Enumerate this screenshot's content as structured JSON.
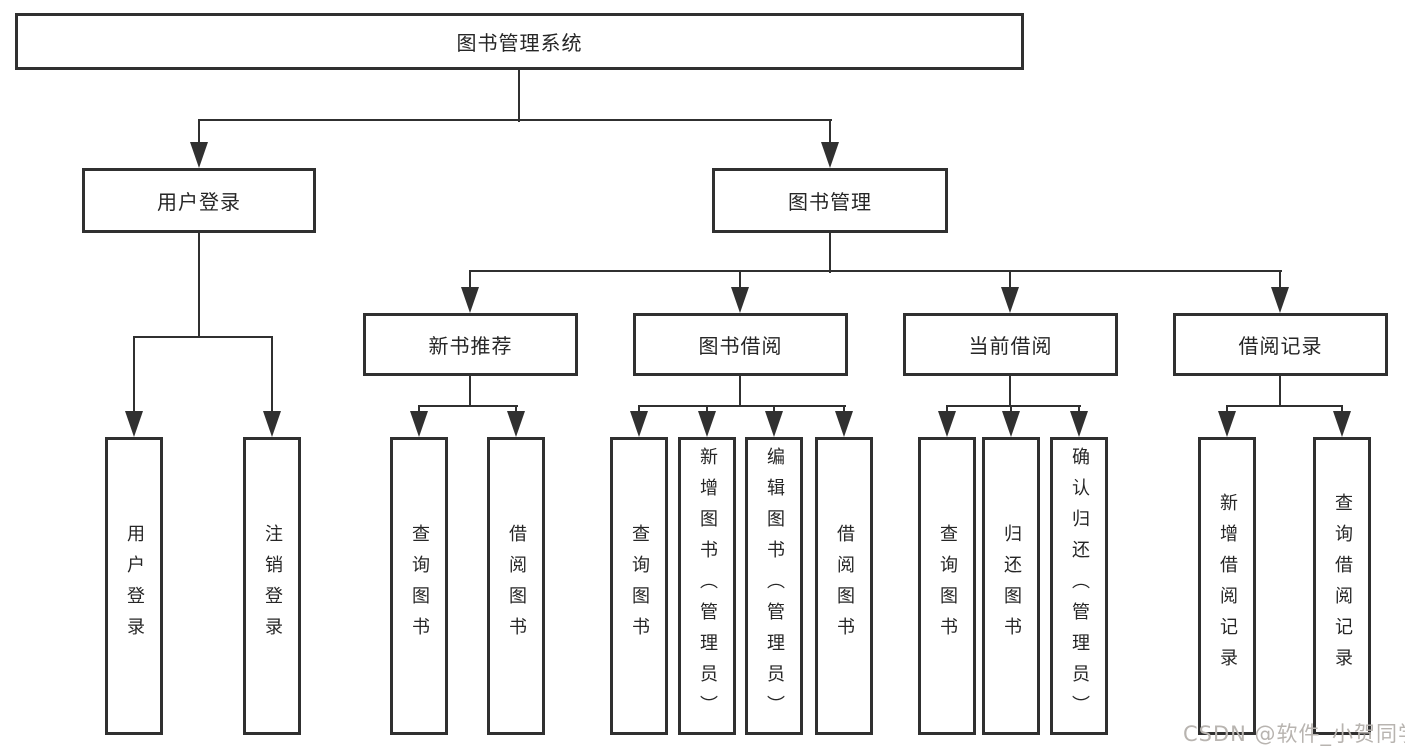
{
  "colors": {
    "line": "#303030",
    "text": "#262626",
    "background": "#ffffff",
    "watermark": "#b8b4b0"
  },
  "watermark": {
    "text": "CSDN @软件_小贺同学"
  },
  "tree": {
    "label": "图书管理系统",
    "children": [
      {
        "label": "用户登录",
        "children": [
          {
            "label": "用户登录"
          },
          {
            "label": "注销登录"
          }
        ]
      },
      {
        "label": "图书管理",
        "children": [
          {
            "label": "新书推荐",
            "children": [
              {
                "label": "查询图书"
              },
              {
                "label": "借阅图书"
              }
            ]
          },
          {
            "label": "图书借阅",
            "children": [
              {
                "label": "查询图书"
              },
              {
                "label": "新增图书（管理员）"
              },
              {
                "label": "编辑图书（管理员）"
              },
              {
                "label": "借阅图书"
              }
            ]
          },
          {
            "label": "当前借阅",
            "children": [
              {
                "label": "查询图书"
              },
              {
                "label": "归还图书"
              },
              {
                "label": "确认归还（管理员）"
              }
            ]
          },
          {
            "label": "借阅记录",
            "children": [
              {
                "label": "新增借阅记录"
              },
              {
                "label": "查询借阅记录"
              }
            ]
          }
        ]
      }
    ]
  }
}
